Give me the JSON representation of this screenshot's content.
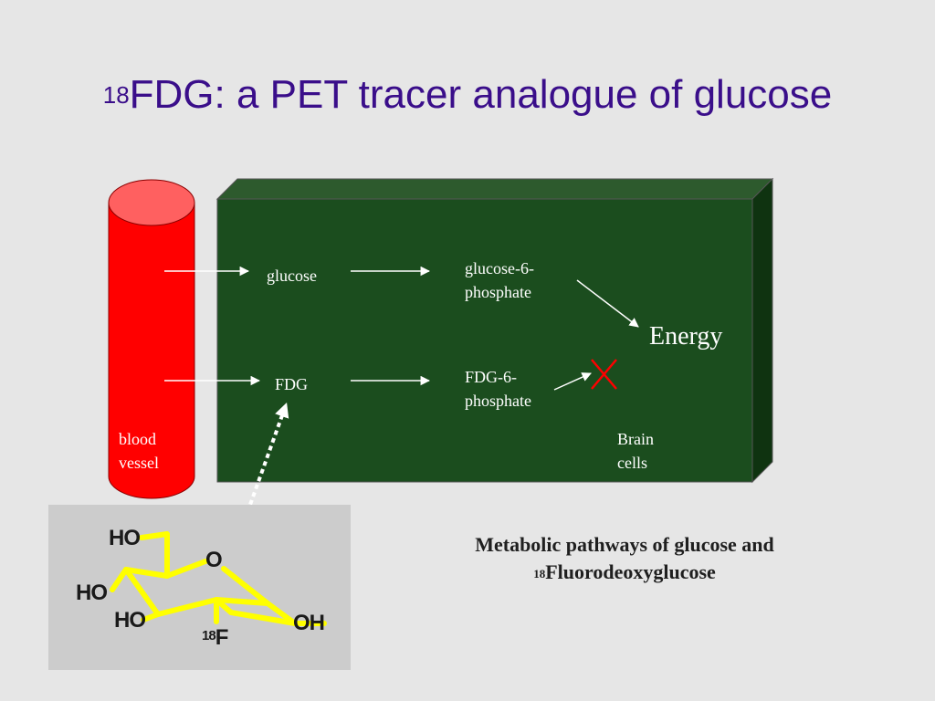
{
  "title": {
    "superscript": "18",
    "main": "FDG: a PET tracer analogue of glucose"
  },
  "labels": {
    "glucose": "glucose",
    "glucose6p_line1": "glucose-6-",
    "glucose6p_line2": "phosphate",
    "energy": "Energy",
    "fdg": "FDG",
    "fdg6p_line1": "FDG-6-",
    "fdg6p_line2": "phosphate",
    "blood_line1": "blood",
    "blood_line2": "vessel",
    "brain_line1": "Brain",
    "brain_line2": "cells"
  },
  "molecule": {
    "ho_top": "HO",
    "o_ring": "O",
    "ho_left": "HO",
    "ho_bottom": "HO",
    "oh_right": "OH",
    "fluorine_isotope": "18",
    "fluorine": "F"
  },
  "caption": {
    "line1": "Metabolic pathways of glucose and",
    "line2_superscript": "18",
    "line2_main": "Fluorodeoxyglucose"
  },
  "colors": {
    "background": "#e6e6e6",
    "title": "#3a0e8a",
    "brain_box_front": "#1b4d1e",
    "brain_box_top": "#2d5a2d",
    "brain_box_side": "#0f3310",
    "vessel_red": "#ff0000",
    "vessel_top": "#ff6060",
    "block_mark": "#ff0000",
    "molecule_bond": "#ffff00",
    "molecule_box": "#cccccc"
  }
}
